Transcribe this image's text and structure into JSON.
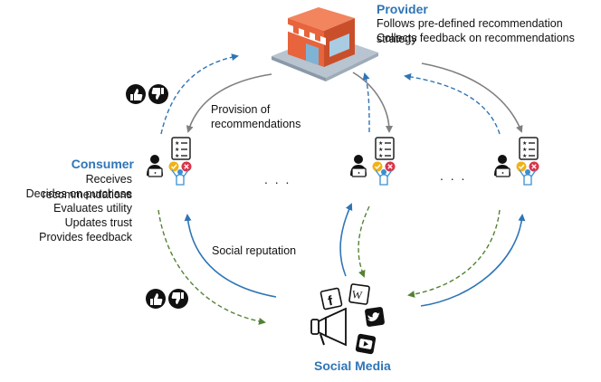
{
  "provider": {
    "title": "Provider",
    "lines": [
      "Follows pre-defined recommendation strategy",
      "Collects feedback on recommendations"
    ]
  },
  "consumer": {
    "title": "Consumer",
    "lines": [
      "Receives recommendations",
      "Decides on purchase",
      "Evaluates utility",
      "Updates trust",
      "Provides feedback"
    ]
  },
  "labels": {
    "provision": [
      "Provision of",
      "recommendations"
    ],
    "social_reputation": "Social reputation",
    "ellipsis": ". . .",
    "social_media": "Social Media"
  },
  "colors": {
    "blue": "#2f75b6",
    "green": "#548235",
    "gray": "#7f7f7f",
    "store": "#e8643c"
  },
  "icons": [
    "store-icon",
    "thumbs-up-icon",
    "thumbs-down-icon",
    "user-laptop-icon",
    "rating-list-icon",
    "check-icon",
    "cross-icon",
    "facebook-icon",
    "wikipedia-icon",
    "twitter-icon",
    "youtube-icon",
    "megaphone-icon"
  ]
}
